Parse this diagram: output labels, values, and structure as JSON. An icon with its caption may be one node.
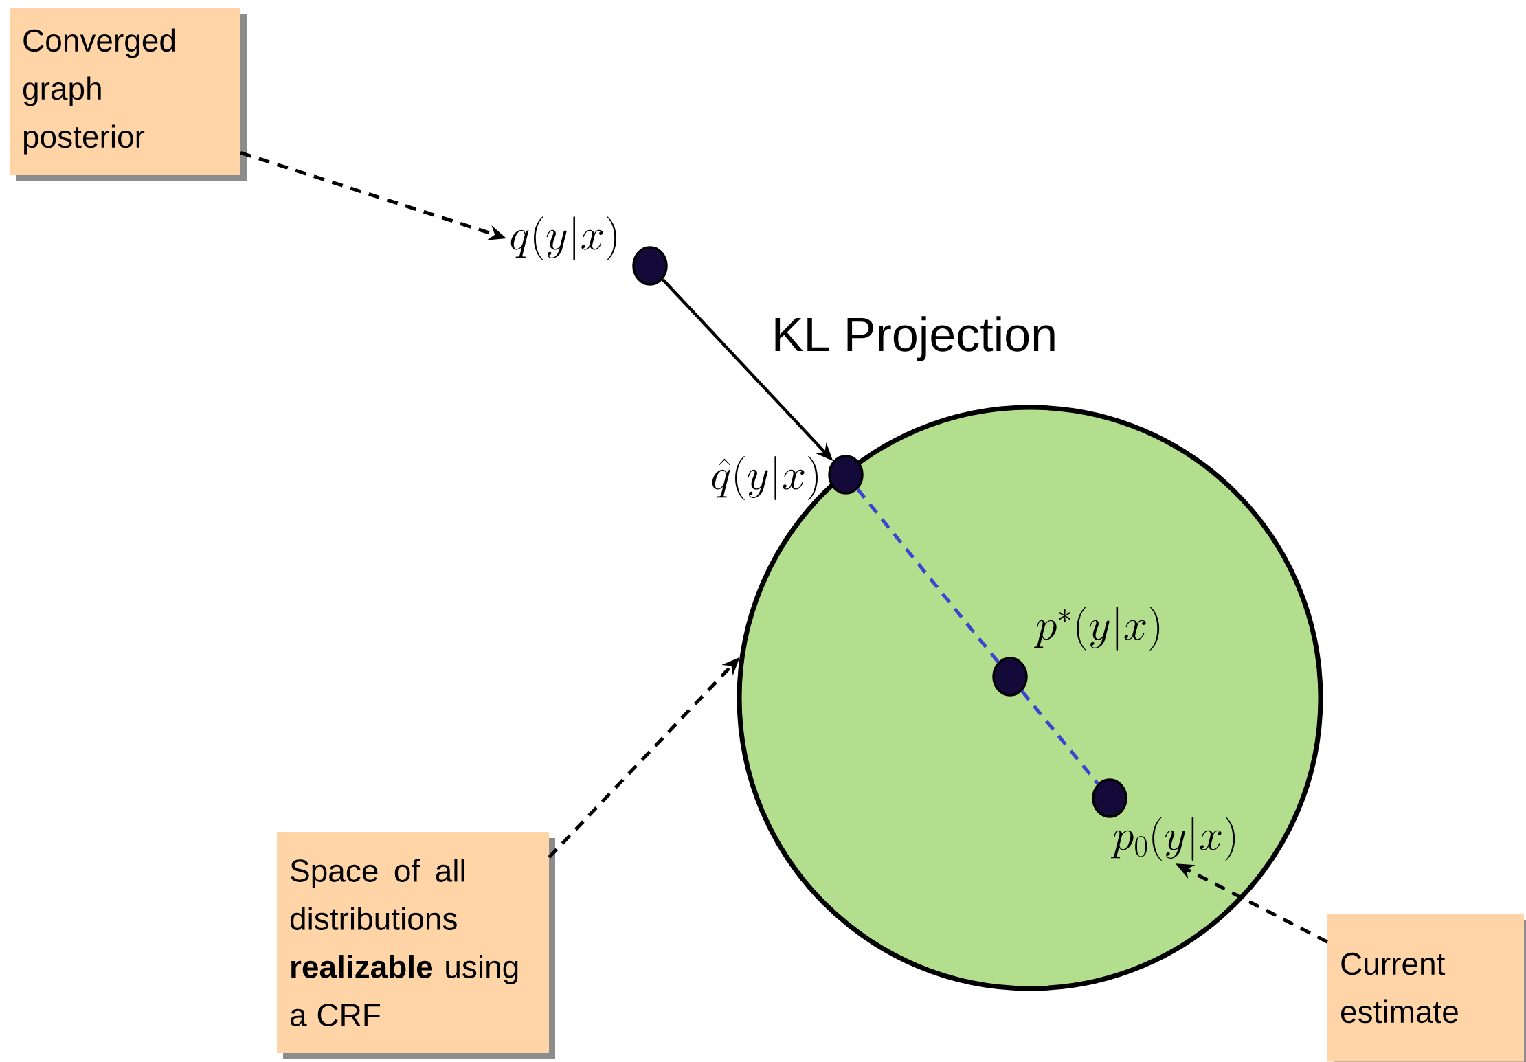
{
  "diagram": {
    "nodes": [
      {
        "text": [
          "Converged graph posterior"
        ]
      },
      {
        "text": [
          "q(y|x)"
        ]
      },
      {
        "text": [],
        "shape": "circle"
      },
      {
        "text": [],
        "shape": "circle"
      },
      {
        "text": [],
        "shape": "circle",
        "in": 3,
        "beside": [
          "\\hat{q}(y|x)"
        ]
      },
      {
        "text": [],
        "shape": "circle",
        "in": 3,
        "beside": [
          "p^*(y|x)"
        ]
      },
      {
        "text": [],
        "shape": "circle",
        "in": 3
      },
      {
        "text": [
          "p_0(y|x)"
        ],
        "in": 3
      },
      {
        "text": [
          "Space of all distributions **realizable** using a CRF"
        ]
      },
      {
        "text": [
          "Current estimate"
        ]
      }
    ],
    "edges": [
      {
        "from": 0,
        "to": 1,
        "arrow": "to",
        "style": "dashed"
      },
      {
        "from": 2,
        "to": 4,
        "arrow": "to",
        "label": "KL Projection"
      },
      {
        "from": 4,
        "to": 5,
        "arrow": "none",
        "style": "dashed",
        "color": "#3b44d0"
      },
      {
        "from": 5,
        "to": 6,
        "arrow": "none",
        "style": "dashed",
        "color": "#3b44d0"
      },
      {
        "from": 8,
        "to": 3,
        "arrow": "to",
        "style": "dashed"
      },
      {
        "from": 9,
        "to": 7,
        "arrow": "to",
        "style": "dashed"
      }
    ]
  }
}
